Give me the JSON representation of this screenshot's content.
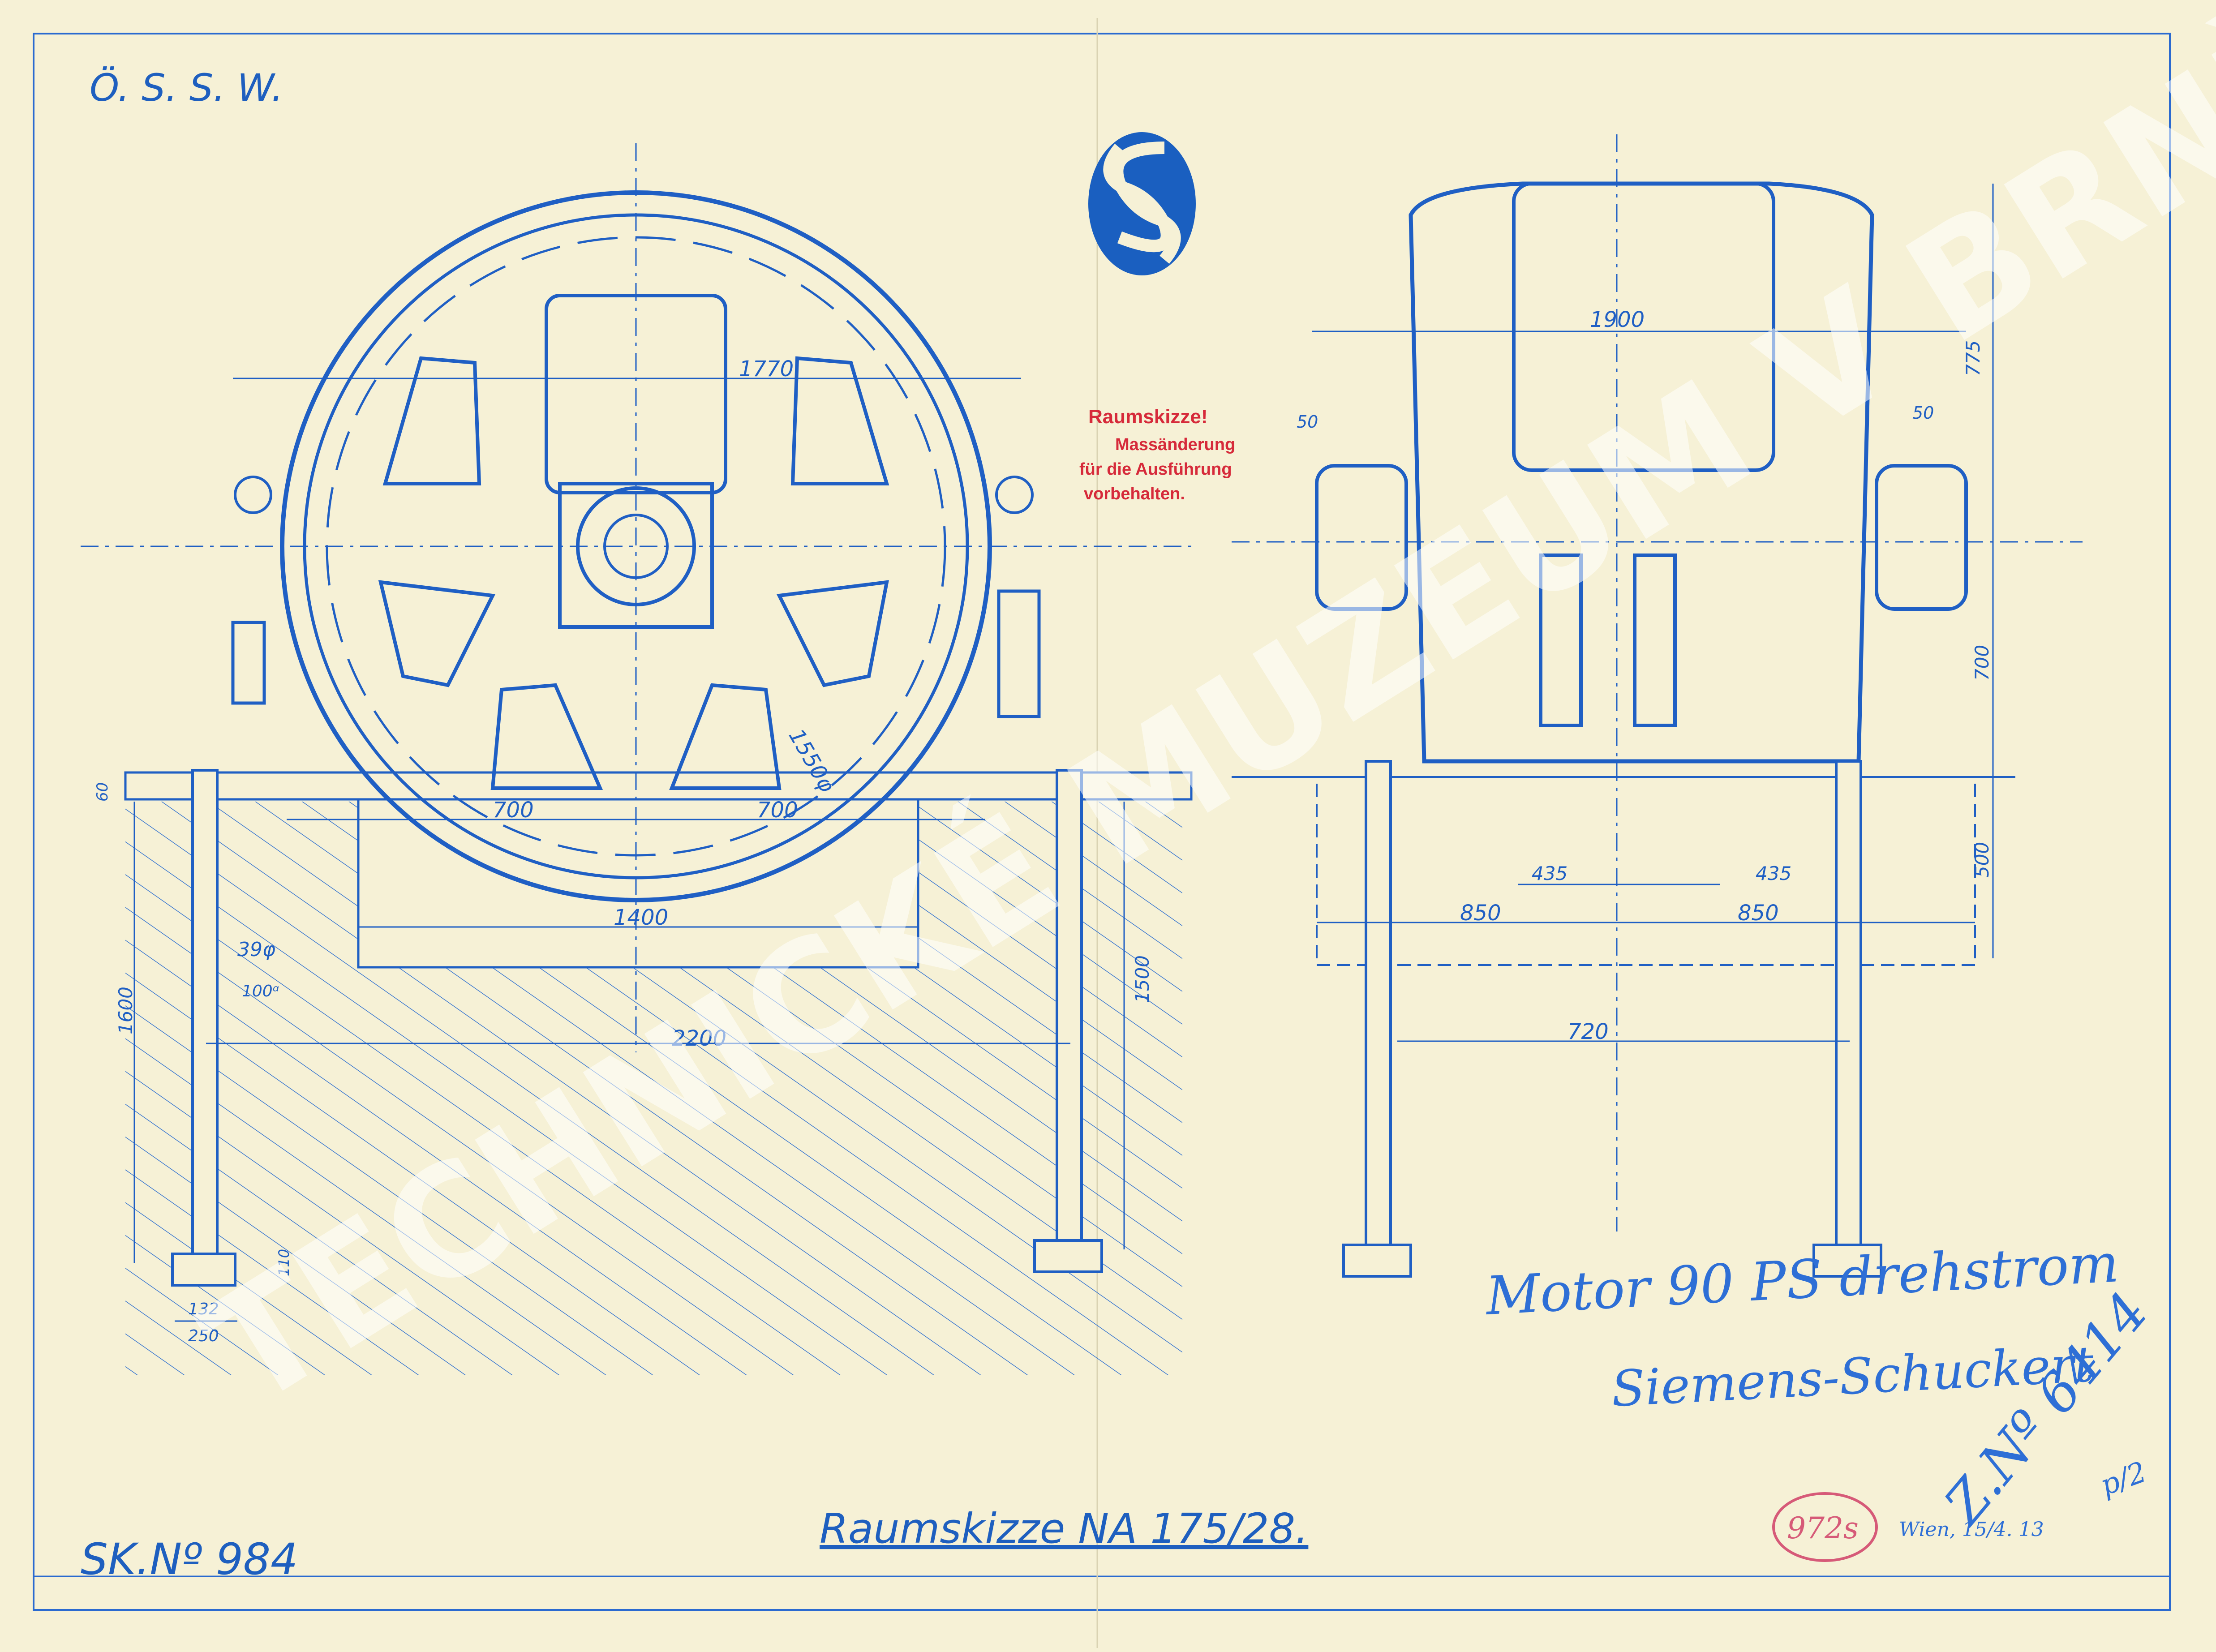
{
  "header": {
    "company_code": "Ö. S. S. W.",
    "sheet_number": "SK.Nº 984",
    "title": "Raumskizze  NA 175/28."
  },
  "stamp": {
    "line1": "Raumskizze!",
    "line2": "Massänderung",
    "line3": "für die Ausführung",
    "line4": "vorbehalten."
  },
  "logo": {
    "name": "siemens-schuckert-ss-logo"
  },
  "handwritten_note": {
    "line1": "Motor 90 PS drehstrom",
    "line2": "Siemens-Schuckert"
  },
  "archive": {
    "registration": "Z.Nº 6414",
    "circled_number": "972s",
    "date_note": "Wien, 15/4. 13",
    "initial": "p/2"
  },
  "watermark": "TECHNICKÉ MUZEUM V BRNĚ",
  "front_view": {
    "dims": {
      "d1770": "1770",
      "d1550": "1550φ",
      "d700a": "700",
      "d700b": "700",
      "d1400": "1400",
      "d2200": "2200",
      "d1600": "1600",
      "d1500": "1500",
      "d39": "39φ",
      "d100": "100ᵅ",
      "d60": "60",
      "d110": "110",
      "d132": "132",
      "d250": "250"
    }
  },
  "side_view": {
    "dims": {
      "d1900": "1900",
      "d50a": "50",
      "d50b": "50",
      "d775": "775",
      "d700": "700",
      "d500": "500",
      "d435a": "435",
      "d435b": "435",
      "d850a": "850",
      "d850b": "850",
      "d720": "720"
    }
  },
  "colors": {
    "paper": "#f6f1d6",
    "blueprint": "#1f5fc4",
    "stamp": "#d62a3a",
    "logo": "#1a5fc0"
  }
}
